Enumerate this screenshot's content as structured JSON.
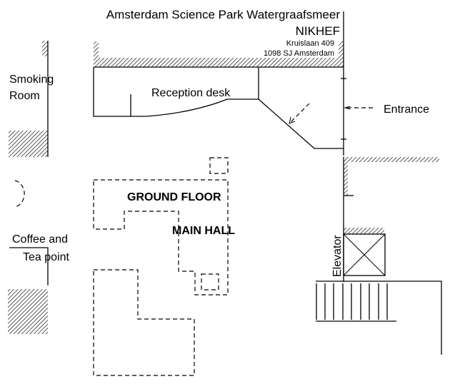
{
  "header": {
    "location": "Amsterdam Science Park Watergraafsmeer",
    "institute": "NIKHEF",
    "address_line1": "Kruislaan 409",
    "address_line2": "1098 SJ Amsterdam"
  },
  "rooms": {
    "reception": "Reception desk",
    "entrance": "Entrance",
    "smoking_line1": "Smoking",
    "smoking_line2": "Room",
    "coffee_line1": "Coffee and",
    "coffee_line2": "Tea point",
    "elevator": "Elevator",
    "floor_title": "GROUND FLOOR",
    "hall_title": "MAIN HALL"
  },
  "colors": {
    "ink": "#000000",
    "background": "#ffffff"
  }
}
